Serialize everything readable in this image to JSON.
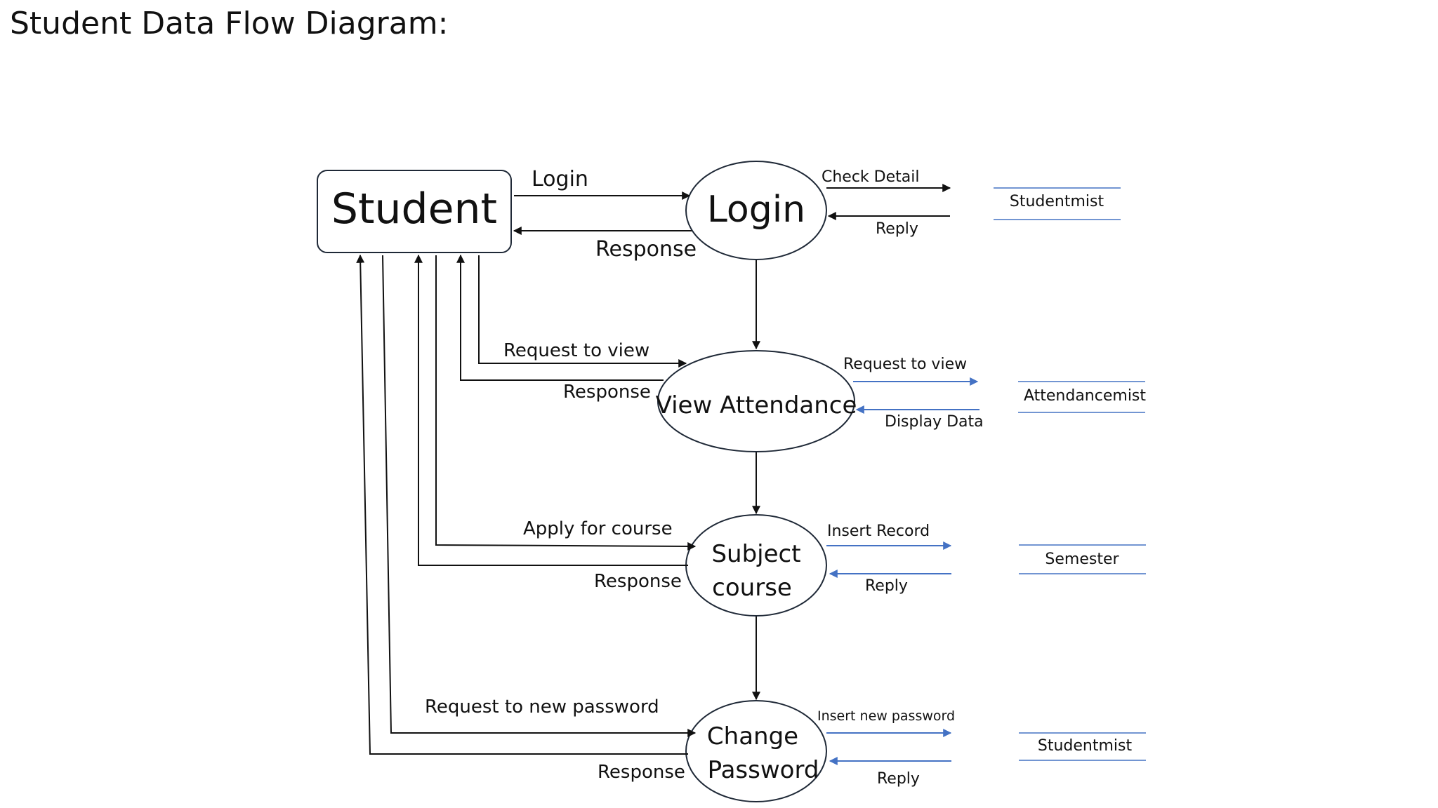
{
  "title": "Student Data Flow Diagram:",
  "entity": {
    "label": "Student"
  },
  "processes": {
    "login": {
      "label": "Login"
    },
    "view_attendance": {
      "label": "View Attendance"
    },
    "subject_course": {
      "line1": "Subject",
      "line2": "course"
    },
    "change_password": {
      "line1": "Change",
      "line2": "Password"
    }
  },
  "stores": {
    "studentmist_1": "Studentmist",
    "attendancemist": "Attendancemist",
    "semester": "Semester",
    "studentmist_2": "Studentmist"
  },
  "flows": {
    "login_req": "Login",
    "login_resp": "Response",
    "check_detail": "Check Detail",
    "login_reply": "Reply",
    "att_req": "Request to view",
    "att_resp": "Response",
    "att_store_req": "Request to view",
    "att_display": "Display Data",
    "course_apply": "Apply for course",
    "course_resp": "Response",
    "insert_record": "Insert Record",
    "course_reply": "Reply",
    "pw_req": "Request to new password",
    "pw_resp": "Response",
    "insert_pw": "Insert new password",
    "pw_reply": "Reply"
  },
  "colors": {
    "black_flow": "#111111",
    "blue_flow": "#4472c4"
  }
}
